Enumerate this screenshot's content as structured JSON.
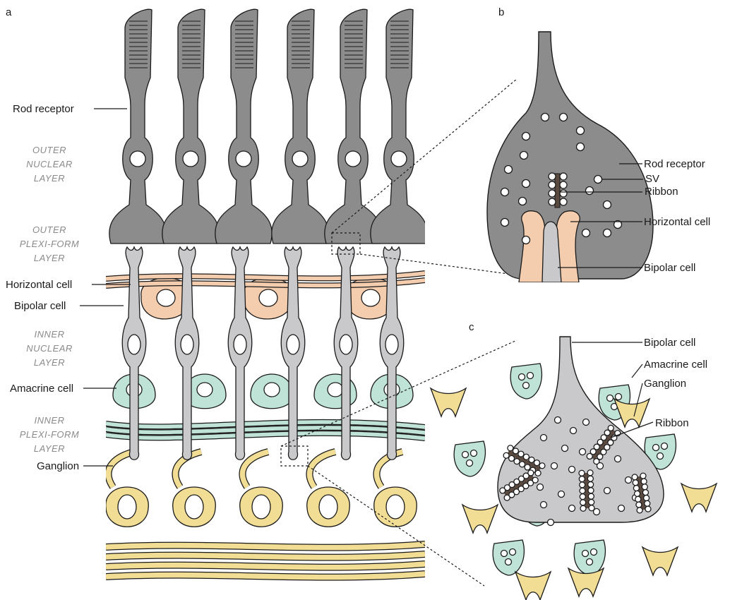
{
  "colors": {
    "rod": "#8c8c8c",
    "rod_dark": "#6f6f6f",
    "bipolar": "#c9c9cb",
    "horizontal": "#f4ccae",
    "amacrine": "#bfe3d6",
    "ganglion": "#f1dd94",
    "ribbon": "#5a4a40",
    "outline": "#1a1a1a"
  },
  "panels": {
    "a": "a",
    "b": "b",
    "c": "c"
  },
  "layers": {
    "outer_nuclear": [
      "OUTER",
      "NUCLEAR",
      "LAYER"
    ],
    "outer_plexiform": [
      "OUTER",
      "PLEXI-FORM",
      "LAYER"
    ],
    "inner_nuclear": [
      "INNER",
      "NUCLEAR",
      "LAYER"
    ],
    "inner_plexiform": [
      "INNER",
      "PLEXI-FORM",
      "LAYER"
    ]
  },
  "labels_a": {
    "rod": "Rod receptor",
    "horizontal": "Horizontal cell",
    "bipolar": "Bipolar cell",
    "amacrine": "Amacrine cell",
    "ganglion": "Ganglion"
  },
  "labels_b": {
    "rod": "Rod receptor",
    "sv": "SV",
    "ribbon": "Ribbon",
    "horizontal": "Horizontal cell",
    "bipolar": "Bipolar cell"
  },
  "labels_c": {
    "bipolar": "Bipolar cell",
    "amacrine": "Amacrine cell",
    "ganglion": "Ganglion",
    "ribbon": "Ribbon"
  }
}
